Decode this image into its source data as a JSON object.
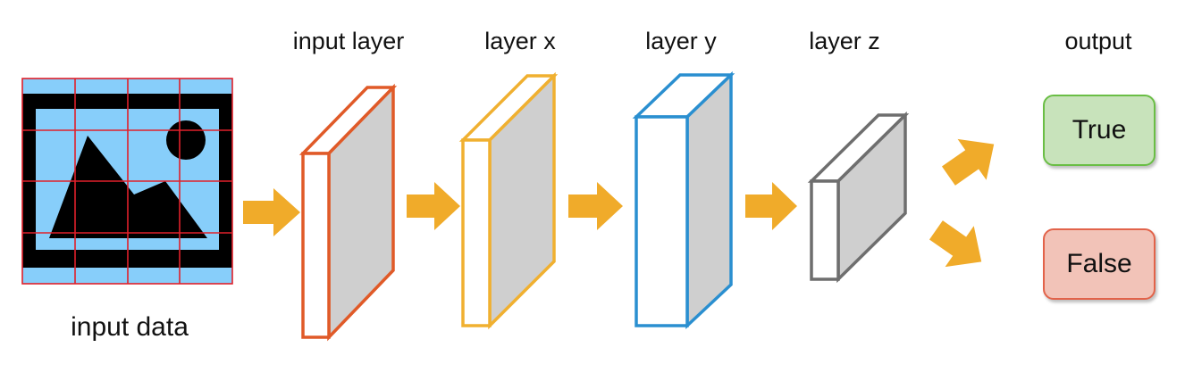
{
  "labels": {
    "input_data": "input data",
    "input_layer": "input layer",
    "layer_x": "layer x",
    "layer_y": "layer y",
    "layer_z": "layer z",
    "output": "output"
  },
  "outputs": {
    "true_label": "True",
    "false_label": "False"
  },
  "colors": {
    "image_background": "#87cefa",
    "image_grid": "#e0202a",
    "image_content": "#000000",
    "input_layer": "#e05a28",
    "layer_x": "#f0b030",
    "layer_y": "#2a8fd0",
    "layer_z": "#6e6e6e",
    "layer_side_fill": "#cfcfcf",
    "arrow": "#f0ab2a",
    "true_fill": "#c8e3bb",
    "true_border": "#6abe45",
    "false_fill": "#f2c3b8",
    "false_border": "#e2634a"
  },
  "icons": [
    "image-icon",
    "arrow-right-icon",
    "arrow-up-right-icon",
    "arrow-down-right-icon"
  ]
}
